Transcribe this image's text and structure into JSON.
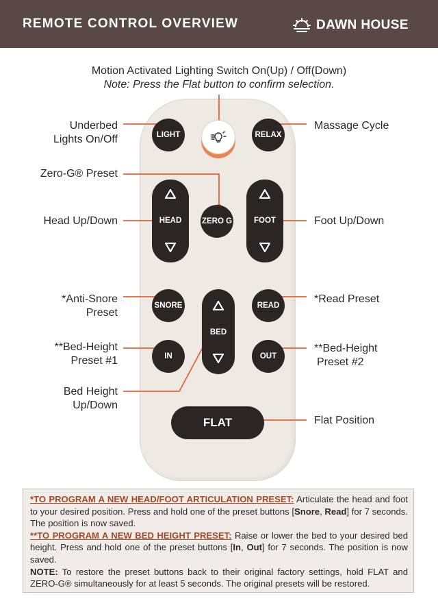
{
  "header": {
    "title": "REMOTE CONTROL OVERVIEW",
    "brand": "DAWN HOUSE",
    "background": "#5a4847"
  },
  "labels": {
    "motion_line1": "Motion Activated Lighting Switch On(Up) / Off(Down)",
    "motion_note": "Note: Press the Flat button to confirm selection.",
    "underbed_line1": "Underbed",
    "underbed_line2": "Lights On/Off",
    "massage": "Massage Cycle",
    "zero_g": "Zero-G® Preset",
    "head": "Head Up/Down",
    "foot": "Foot Up/Down",
    "anti_snore_line1": "*Anti-Snore",
    "anti_snore_line2": "Preset",
    "read": "*Read Preset",
    "bh1_line1": "**Bed-Height",
    "bh1_line2": "Preset #1",
    "bh2_line1": "**Bed-Height",
    "bh2_line2": "Preset #2",
    "bed_line1": "Bed Height",
    "bed_line2": "Up/Down",
    "flat": "Flat Position"
  },
  "buttons": {
    "light": "LIGHT",
    "relax": "RELAX",
    "head": "HEAD",
    "zero_g": "ZERO G",
    "foot": "FOOT",
    "snore": "SNORE",
    "read": "READ",
    "bed": "BED",
    "in": "IN",
    "out": "OUT",
    "flat": "FLAT"
  },
  "colors": {
    "accent": "#e8623a",
    "remote_body": "#efe9e3",
    "button": "#2b2624",
    "heading": "#a54a2a"
  },
  "info": {
    "p1_heading": "*TO PROGRAM A NEW HEAD/FOOT ARTICULATION PRESET:",
    "p1_a": " Articulate the head and foot to your desired position. Press and hold one of the preset buttons [",
    "p1_snore": "Snore",
    "p1_comma": ", ",
    "p1_read": "Read",
    "p1_b": "] for 7 seconds. The position is now saved.",
    "p2_heading": "**TO PROGRAM A NEW BED HEIGHT PRESET:",
    "p2_a": " Raise or lower the bed to your desired bed height. Press and hold one of the preset buttons [",
    "p2_in": "In",
    "p2_comma": ", ",
    "p2_out": "Out",
    "p2_b": "] for 7 seconds. The position is now saved.",
    "p3_heading": "NOTE:",
    "p3_text": " To restore the preset buttons back to their original factory settings, hold FLAT and ZERO-G® simultaneously for at least 5 seconds. The original presets will be restored."
  }
}
